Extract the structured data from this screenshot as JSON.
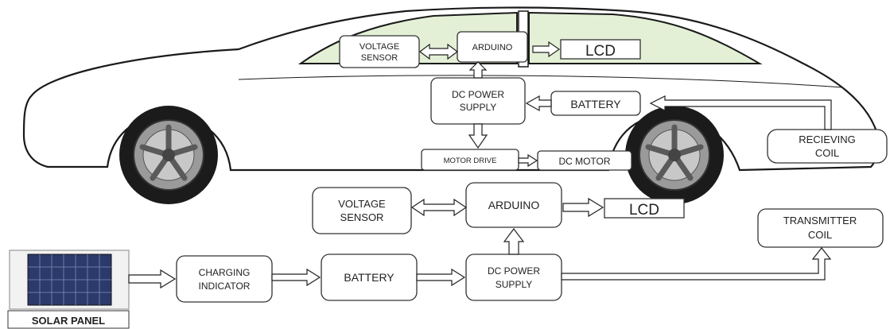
{
  "vehicle": {
    "voltage_sensor": [
      "VOLTAGE",
      "SENSOR"
    ],
    "arduino": "ARDUINO",
    "lcd": "LCD",
    "dc_power_supply": [
      "DC POWER",
      "SUPPLY"
    ],
    "battery": "BATTERY",
    "motor_drive": "MOTOR DRIVE",
    "dc_motor": "DC MOTOR",
    "receiving_coil": [
      "RECIEVING",
      "COIL"
    ]
  },
  "station": {
    "voltage_sensor": [
      "VOLTAGE",
      "SENSOR"
    ],
    "arduino": "ARDUINO",
    "lcd": "LCD",
    "transmitter_coil": [
      "TRANSMITTER",
      "COIL"
    ],
    "charging_indicator": [
      "CHARGING",
      "INDICATOR"
    ],
    "battery": "BATTERY",
    "dc_power_supply": [
      "DC POWER",
      "SUPPLY"
    ],
    "solar_panel": "SOLAR PANEL"
  },
  "colors": {
    "window_tint": "#e3f0d6",
    "outline": "#1a1a1a",
    "panel_cell": "#2b3a6b"
  }
}
